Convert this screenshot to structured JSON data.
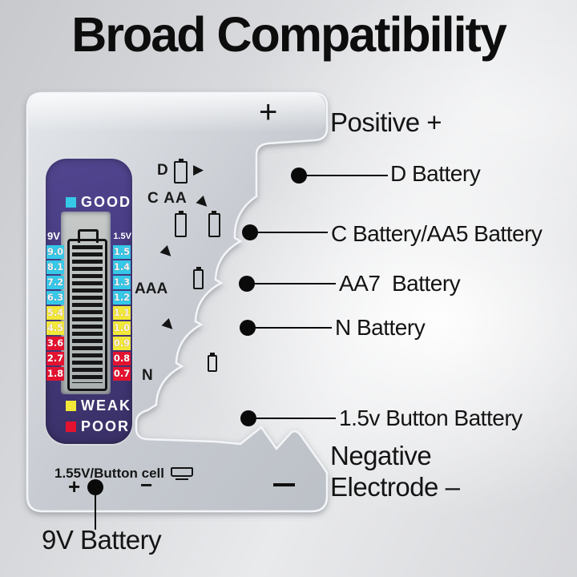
{
  "title": "Broad Compatibility",
  "device": {
    "positive_symbol": "+",
    "display": {
      "good_label": "GOOD",
      "weak_label": "WEAK",
      "poor_label": "POOR",
      "left_header": "9V",
      "right_header": "1.5V",
      "left_values": [
        "9.0",
        "8.1",
        "7.2",
        "6.3",
        "5.4",
        "4.5",
        "3.6",
        "2.7",
        "1.8"
      ],
      "right_values": [
        "1.5",
        "1.4",
        "1.3",
        "1.2",
        "1.1",
        "1.0",
        "0.9",
        "0.8",
        "0.7"
      ]
    },
    "slots": {
      "d_label": "D",
      "c_aa_label": "C AA",
      "aaa_label": "AAA",
      "n_label": "N"
    },
    "bottom": {
      "button_cell_label": "1.55V/Button cell",
      "plus_symbol": "+",
      "minus_symbol": "−"
    }
  },
  "annotations": {
    "positive_label": "Positive +",
    "callouts": [
      {
        "label": "D Battery"
      },
      {
        "label": "C Battery/AA5 Battery"
      },
      {
        "label": "AA7  Battery"
      },
      {
        "label": "N Battery"
      },
      {
        "label": "1.5v Button Battery"
      }
    ],
    "negative_line1": "Negative",
    "negative_line2": "Electrode –",
    "battery_9v_label": "9V Battery"
  },
  "colors": {
    "good": "#35C8E8",
    "weak": "#F2E838",
    "poor": "#E31330",
    "bezel_purple": "#473C83"
  }
}
